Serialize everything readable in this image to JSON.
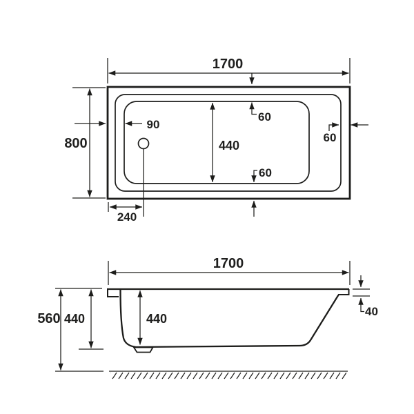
{
  "plan_view": {
    "length": "1700",
    "width": "800",
    "drain_edge_offset": "90",
    "rim_top": "60",
    "rim_right": "60",
    "rim_bottom": "60",
    "basin_width": "440",
    "drain_end_offset": "240"
  },
  "side_view": {
    "length": "1700",
    "overall_height": "560",
    "rim_height": "440",
    "inner_depth": "440",
    "rim_edge_thickness": "40"
  },
  "colors": {
    "line": "#1d1d1b",
    "background": "#ffffff"
  }
}
